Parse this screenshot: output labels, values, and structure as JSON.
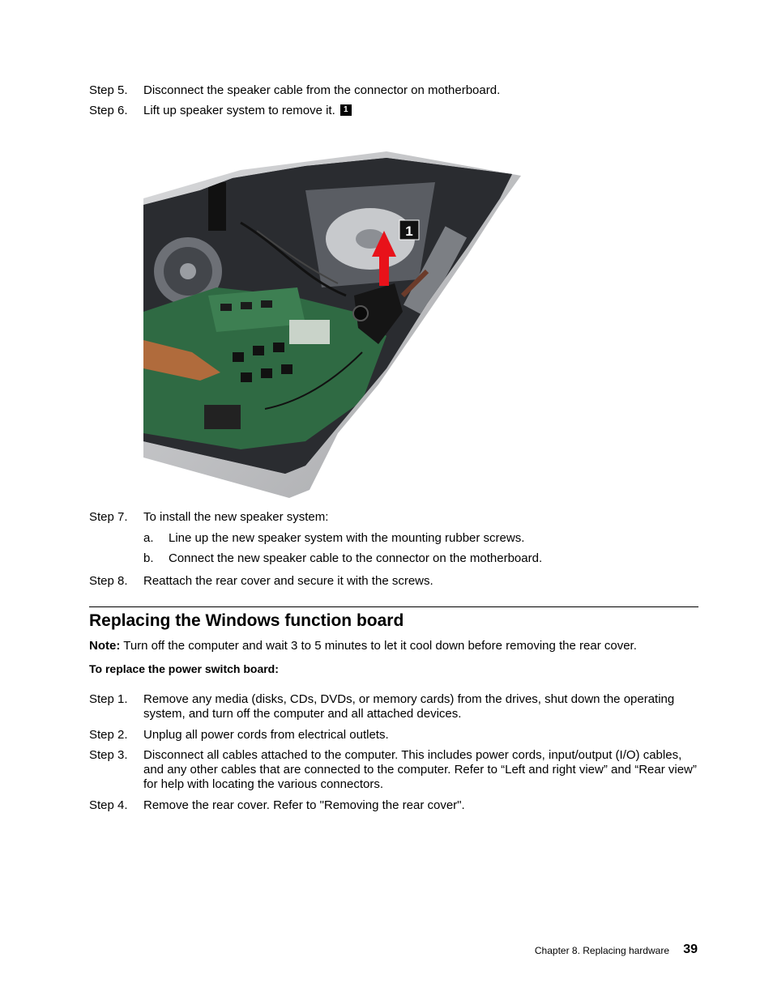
{
  "steps_top": [
    {
      "label": "Step 5.",
      "text": "Disconnect the speaker cable from the connector on motherboard."
    },
    {
      "label": "Step 6.",
      "text": "Lift up speaker system to remove it."
    }
  ],
  "callout_number": "1",
  "figure": {
    "callout_label": "1"
  },
  "steps_mid": [
    {
      "label": "Step 7.",
      "text": "To install the new speaker system:"
    },
    {
      "label": "Step 8.",
      "text": "Reattach the rear cover and secure it with the screws."
    }
  ],
  "substeps": [
    {
      "label": "a.",
      "text": "Line up the new speaker system with the mounting rubber screws."
    },
    {
      "label": "b.",
      "text": "Connect the new speaker cable to the connector on the motherboard."
    }
  ],
  "section": {
    "title": "Replacing the Windows function board",
    "note_label": "Note:",
    "note_text": " Turn off the computer and wait 3 to 5 minutes to let it cool down before removing the rear cover.",
    "subheading": "To replace the power switch board:"
  },
  "steps_bottom": [
    {
      "label": "Step 1.",
      "text": "Remove any media (disks, CDs, DVDs, or memory cards) from the drives, shut down the operating system, and turn off the computer and all attached devices."
    },
    {
      "label": "Step 2.",
      "text": "Unplug all power cords from electrical outlets."
    },
    {
      "label": "Step 3.",
      "text": "Disconnect all cables attached to the computer.  This includes power cords, input/output (I/O) cables, and any other cables that are connected to the computer.  Refer to “Left and right view” and “Rear view” for help with locating the various connectors."
    },
    {
      "label": "Step 4.",
      "text": "Remove the rear cover.  Refer to \"Removing the rear cover\"."
    }
  ],
  "footer": {
    "chapter": "Chapter 8.  Replacing hardware",
    "page": "39"
  },
  "colors": {
    "arrow": "#e8121a",
    "chassis": "#b9babc",
    "pcb": "#2f6a43"
  }
}
